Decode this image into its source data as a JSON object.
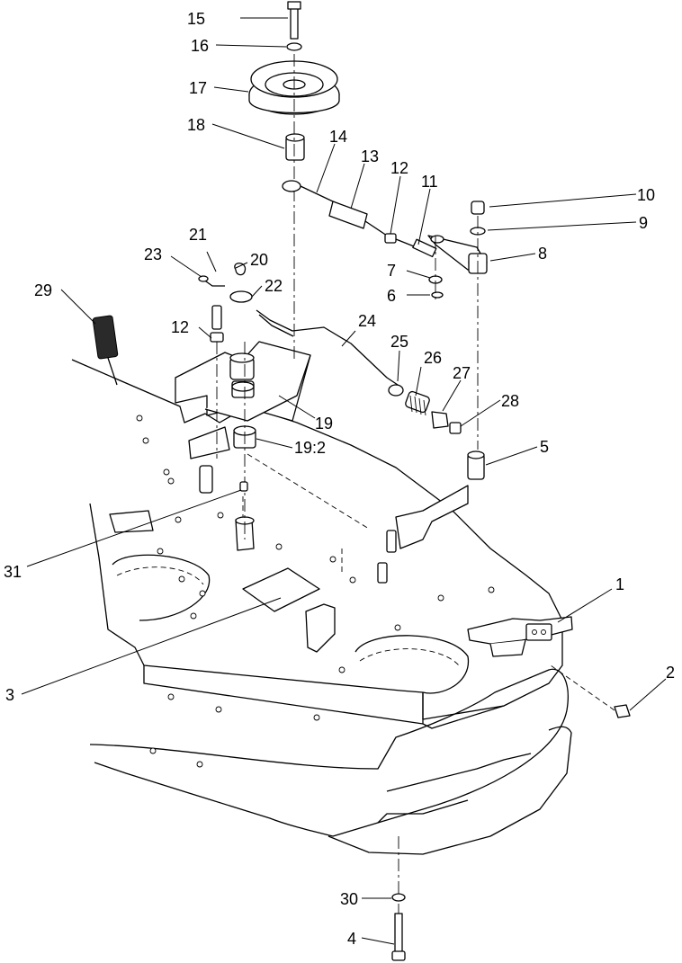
{
  "callouts": [
    {
      "id": "c1",
      "label": "1"
    },
    {
      "id": "c2",
      "label": "2"
    },
    {
      "id": "c3",
      "label": "3"
    },
    {
      "id": "c4",
      "label": "4"
    },
    {
      "id": "c5",
      "label": "5"
    },
    {
      "id": "c6",
      "label": "6"
    },
    {
      "id": "c7",
      "label": "7"
    },
    {
      "id": "c8",
      "label": "8"
    },
    {
      "id": "c9",
      "label": "9"
    },
    {
      "id": "c10",
      "label": "10"
    },
    {
      "id": "c11",
      "label": "11"
    },
    {
      "id": "c12a",
      "label": "12"
    },
    {
      "id": "c12b",
      "label": "12"
    },
    {
      "id": "c13",
      "label": "13"
    },
    {
      "id": "c14",
      "label": "14"
    },
    {
      "id": "c15",
      "label": "15"
    },
    {
      "id": "c16",
      "label": "16"
    },
    {
      "id": "c17",
      "label": "17"
    },
    {
      "id": "c18",
      "label": "18"
    },
    {
      "id": "c19",
      "label": "19"
    },
    {
      "id": "c19b",
      "label": "19:2"
    },
    {
      "id": "c20",
      "label": "20"
    },
    {
      "id": "c21",
      "label": "21"
    },
    {
      "id": "c22",
      "label": "22"
    },
    {
      "id": "c23",
      "label": "23"
    },
    {
      "id": "c24",
      "label": "24"
    },
    {
      "id": "c25",
      "label": "25"
    },
    {
      "id": "c26",
      "label": "26"
    },
    {
      "id": "c27",
      "label": "27"
    },
    {
      "id": "c28",
      "label": "28"
    },
    {
      "id": "c29",
      "label": "29"
    },
    {
      "id": "c30",
      "label": "30"
    },
    {
      "id": "c31",
      "label": "31"
    }
  ]
}
